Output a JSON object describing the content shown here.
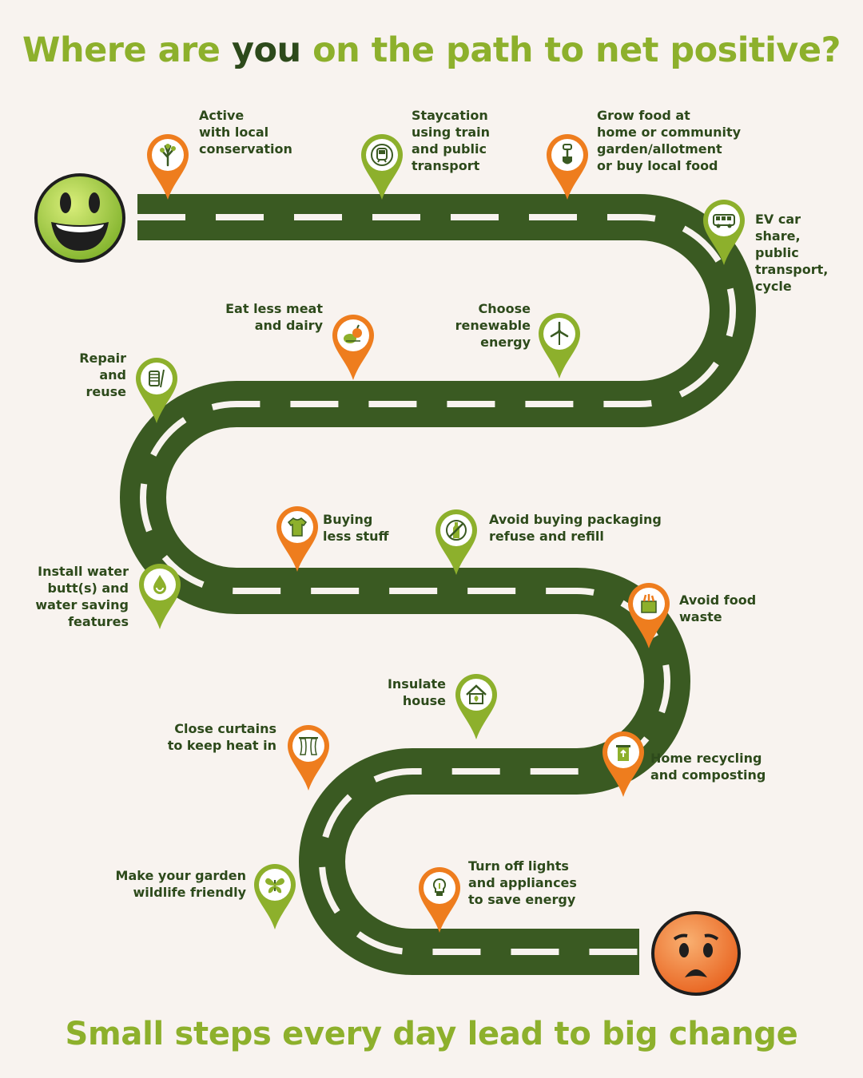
{
  "title": {
    "part1": "Where are",
    "part2": "you",
    "part3": "on the path to net positive?"
  },
  "footer": "Small steps every day lead to big change",
  "colors": {
    "road": "#3a5a22",
    "green": "#8db02c",
    "dark_green": "#2d4a1b",
    "orange": "#ee7d1e",
    "background": "#f8f3ef"
  },
  "steps": [
    {
      "lines": [
        "Active",
        "with local",
        "conservation"
      ],
      "icon": "tree-icon",
      "color": "orange"
    },
    {
      "lines": [
        "Staycation",
        "using train",
        "and public",
        "transport"
      ],
      "icon": "train-icon",
      "color": "green"
    },
    {
      "lines": [
        "Grow food at",
        "home or community",
        "garden/allotment",
        "or buy local food"
      ],
      "icon": "spade-icon",
      "color": "orange"
    },
    {
      "lines": [
        "EV car",
        "share,",
        "public",
        "transport,",
        "cycle"
      ],
      "icon": "bus-icon",
      "color": "green"
    },
    {
      "lines": [
        "Choose",
        "renewable",
        "energy"
      ],
      "icon": "wind-turbine-icon",
      "color": "green"
    },
    {
      "lines": [
        "Eat less meat",
        "and dairy"
      ],
      "icon": "vegetables-icon",
      "color": "orange"
    },
    {
      "lines": [
        "Repair",
        "and",
        "reuse"
      ],
      "icon": "sewing-icon",
      "color": "green"
    },
    {
      "lines": [
        "Buying",
        "less stuff"
      ],
      "icon": "shirt-icon",
      "color": "orange"
    },
    {
      "lines": [
        "Avoid buying packaging",
        "refuse and refill"
      ],
      "icon": "no-bottle-icon",
      "color": "green"
    },
    {
      "lines": [
        "Install water",
        "butt(s) and",
        "water saving",
        "features"
      ],
      "icon": "water-drop-icon",
      "color": "green"
    },
    {
      "lines": [
        "Avoid food",
        "waste"
      ],
      "icon": "food-bin-icon",
      "color": "orange"
    },
    {
      "lines": [
        "Insulate",
        "house"
      ],
      "icon": "house-icon",
      "color": "green"
    },
    {
      "lines": [
        "Close curtains",
        "to keep heat in"
      ],
      "icon": "curtains-icon",
      "color": "orange"
    },
    {
      "lines": [
        "Home recycling",
        "and composting"
      ],
      "icon": "recycle-bin-icon",
      "color": "orange"
    },
    {
      "lines": [
        "Make your garden",
        "wildlife friendly"
      ],
      "icon": "butterfly-icon",
      "color": "green"
    },
    {
      "lines": [
        "Turn off lights",
        "and appliances",
        "to save energy"
      ],
      "icon": "lightbulb-icon",
      "color": "orange"
    }
  ],
  "faces": {
    "start": "happy-face-icon",
    "end": "worried-face-icon"
  }
}
